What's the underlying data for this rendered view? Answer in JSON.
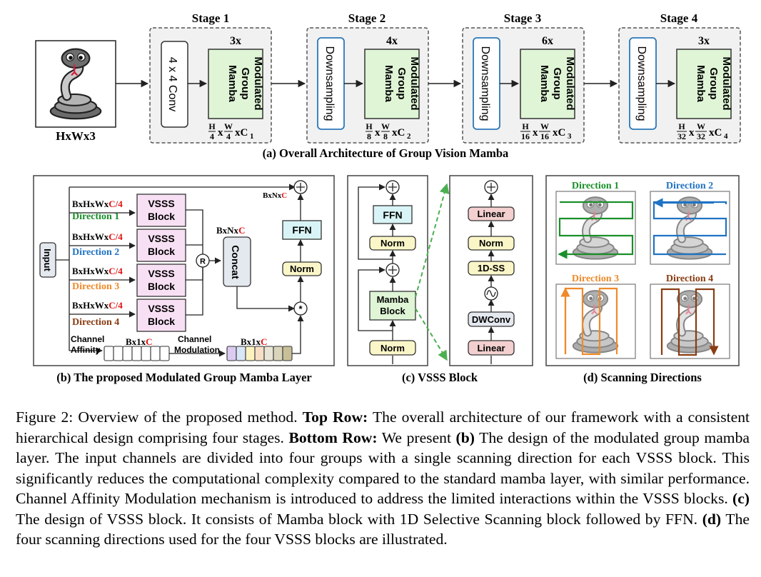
{
  "figure": {
    "top": {
      "input_label": "HxWx3",
      "stages": [
        {
          "title": "Stage 1",
          "first_block": "4 x 4 Conv",
          "repeat": "3x",
          "block": "Modulated Group Mamba",
          "divisor": "4",
          "channel": "C",
          "channel_sub": "1"
        },
        {
          "title": "Stage 2",
          "first_block": "Downsampling",
          "repeat": "4x",
          "block": "Modulated Group Mamba",
          "divisor": "8",
          "channel": "C",
          "channel_sub": "2"
        },
        {
          "title": "Stage 3",
          "first_block": "Downsampling",
          "repeat": "6x",
          "block": "Modulated Group Mamba",
          "divisor": "16",
          "channel": "C",
          "channel_sub": "3"
        },
        {
          "title": "Stage 4",
          "first_block": "Downsampling",
          "repeat": "3x",
          "block": "Modulated Group Mamba",
          "divisor": "32",
          "channel": "C",
          "channel_sub": "4"
        }
      ],
      "caption": "(a) Overall Architecture of Group Vision Mamba"
    },
    "panel_b": {
      "input": "Input",
      "group_dim": "BxHxWx",
      "group_dim_red": "C/4",
      "groups": [
        {
          "direction": "Direction 1",
          "color": "#1a8f2a",
          "block": "VSSS Block"
        },
        {
          "direction": "Direction 2",
          "color": "#1f73c4",
          "block": "VSSS Block"
        },
        {
          "direction": "Direction 3",
          "color": "#ef8a2a",
          "block": "VSSS Block"
        },
        {
          "direction": "Direction 4",
          "color": "#8a3c12",
          "block": "VSSS Block"
        }
      ],
      "reshape_symbol": "R",
      "concat": "Concat",
      "concat_dim": "BxNx",
      "concat_dim_red": "C",
      "out_dim": "BxNx",
      "out_dim_red": "C",
      "ffn": "FFN",
      "norm": "Norm",
      "mult_symbol": "*",
      "channel_affinity": "Channel Affinity",
      "channel_modulation": "Channel Modulation",
      "vec_dim": "Bx1x",
      "vec_dim_red": "C",
      "caption": "(b) The proposed Modulated Group Mamba Layer"
    },
    "panel_c": {
      "ffn": "FFN",
      "norm_top": "Norm",
      "mamba": "Mamba Block",
      "norm_bottom": "Norm",
      "detail": {
        "linear_top": "Linear",
        "norm": "Norm",
        "ss": "1D-SS",
        "activation": "~",
        "dwconv": "DWConv",
        "linear_bottom": "Linear"
      },
      "caption": "(c) VSSS Block"
    },
    "panel_d": {
      "directions": [
        {
          "label": "Direction 1",
          "color": "#1a8f2a"
        },
        {
          "label": "Direction 2",
          "color": "#1f73c4"
        },
        {
          "label": "Direction 3",
          "color": "#ef8a2a"
        },
        {
          "label": "Direction 4",
          "color": "#8a3c12"
        }
      ],
      "caption": "(d) Scanning Directions"
    },
    "colors": {
      "accent_red": "#e01010",
      "mamba_green": "#dff5d6",
      "vsss_pink": "#f8e0f4",
      "ffn_cyan": "#d9f4f6",
      "norm_yellow": "#fbf6c8",
      "linear_red": "#f3cfcf",
      "dwconv_gray": "#e4e8ef",
      "downsampling_border": "#2b78b8"
    }
  },
  "caption": {
    "label": "Figure 2:",
    "part1": " Overview of the proposed method. ",
    "top_row": "Top Row:",
    "part2": " The overall architecture of our framework with a consistent hierarchical design comprising four stages. ",
    "bottom_row": "Bottom Row:",
    "part3": " We present ",
    "b": "(b)",
    "part4": " The design of the modulated group mamba layer. The input channels are divided into four groups with a single scanning direction for each VSSS block. This significantly reduces the computational complexity compared to the standard mamba layer, with similar performance. Channel Affinity Modulation mechanism is introduced to address the limited interactions within the VSSS blocks. ",
    "c": "(c)",
    "part5": " The design of VSSS block. It consists of Mamba block with 1D Selective Scanning block followed by FFN. ",
    "d": "(d)",
    "part6": " The four scanning directions used for the four VSSS blocks are illustrated."
  }
}
